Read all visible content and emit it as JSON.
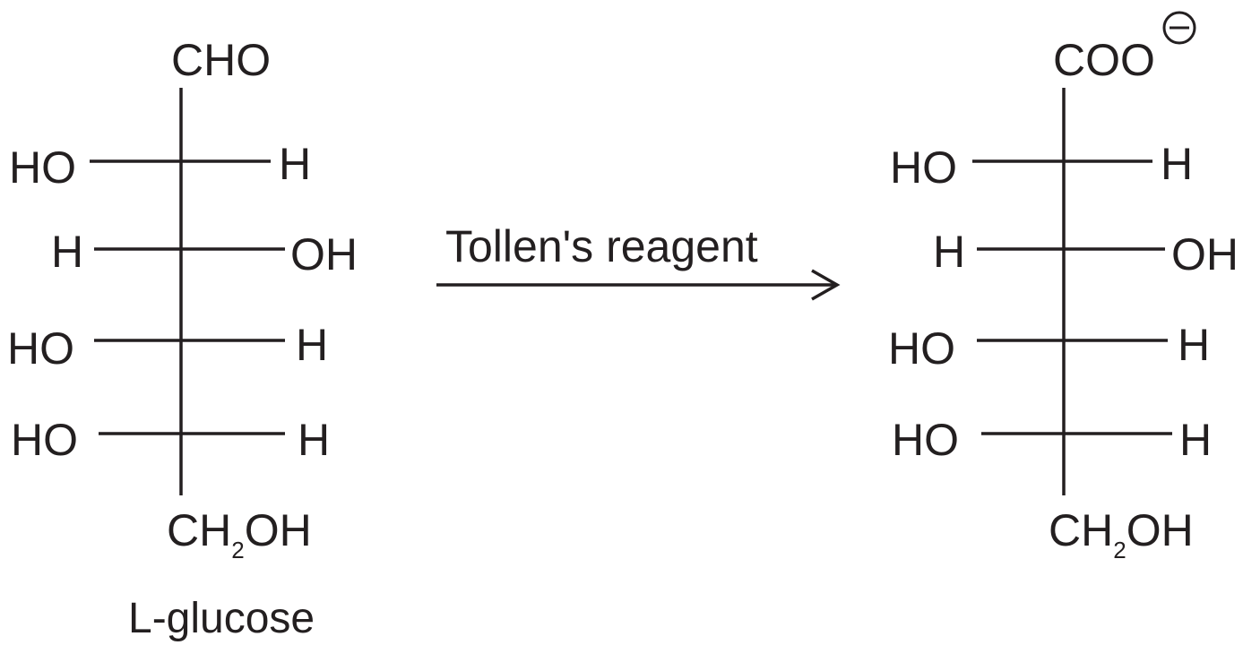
{
  "reactant": {
    "top_group": "CHO",
    "rows": [
      {
        "left": "HO",
        "right": "H"
      },
      {
        "left": "H",
        "right": "OH"
      },
      {
        "left": "HO",
        "right": "H"
      },
      {
        "left": "HO",
        "right": "H"
      }
    ],
    "bottom_main_1": "CH",
    "bottom_sub": "2",
    "bottom_main_2": "OH",
    "name": "L-glucose"
  },
  "reaction": {
    "reagent": "Tollen's reagent"
  },
  "product": {
    "top_group": "COO",
    "charge": "−",
    "rows": [
      {
        "left": "HO",
        "right": "H"
      },
      {
        "left": "H",
        "right": "OH"
      },
      {
        "left": "HO",
        "right": "H"
      },
      {
        "left": "HO",
        "right": "H"
      }
    ],
    "bottom_main_1": "CH",
    "bottom_sub": "2",
    "bottom_main_2": "OH"
  }
}
